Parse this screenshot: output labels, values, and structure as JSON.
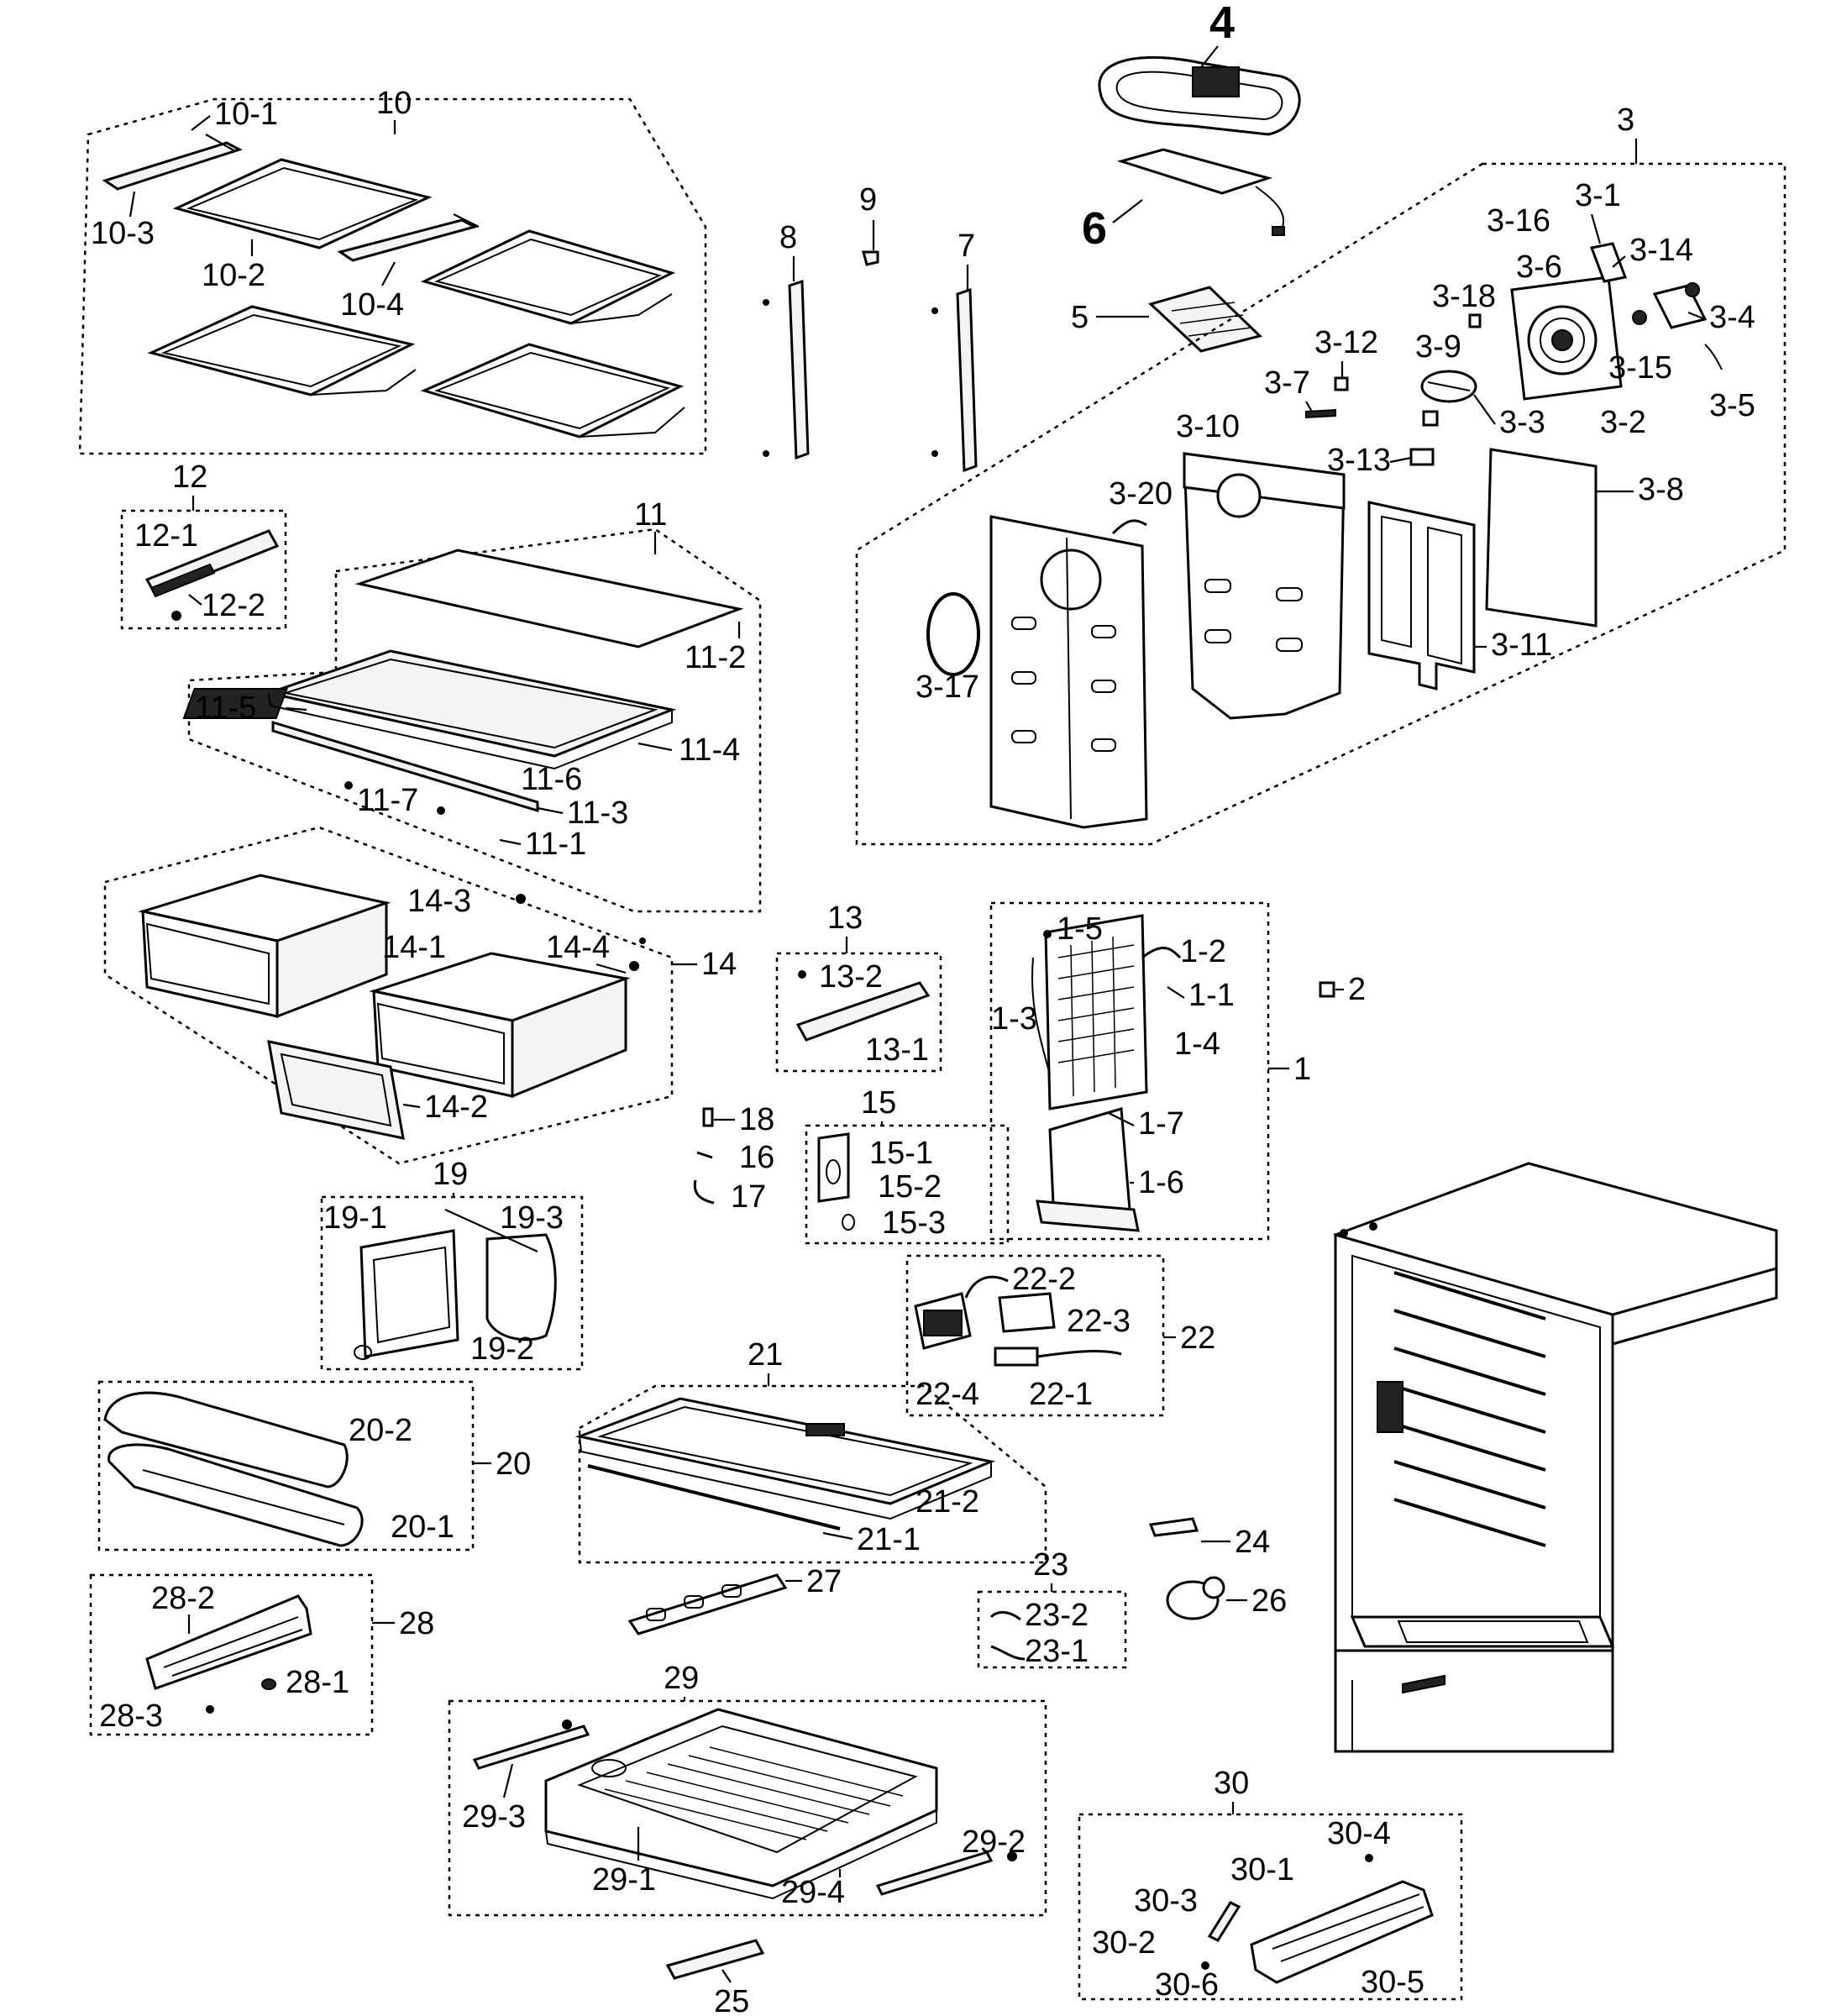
{
  "labels": {
    "l10": "10",
    "l10_1": "10-1",
    "l10_2": "10-2",
    "l10_3": "10-3",
    "l10_4": "10-4",
    "l12": "12",
    "l12_1": "12-1",
    "l12_2": "12-2",
    "l11": "11",
    "l11_1": "11-1",
    "l11_2": "11-2",
    "l11_3": "11-3",
    "l11_4": "11-4",
    "l11_5": "11-5",
    "l11_6": "11-6",
    "l11_7": "11-7",
    "l14": "14",
    "l14_1": "14-1",
    "l14_2": "14-2",
    "l14_3": "14-3",
    "l14_4": "14-4",
    "l8": "8",
    "l9": "9",
    "l7": "7",
    "l4": "4",
    "l6": "6",
    "l5": "5",
    "l3": "3",
    "l3_1": "3-1",
    "l3_2": "3-2",
    "l3_3": "3-3",
    "l3_4": "3-4",
    "l3_5": "3-5",
    "l3_6": "3-6",
    "l3_7": "3-7",
    "l3_8": "3-8",
    "l3_9": "3-9",
    "l3_10": "3-10",
    "l3_11": "3-11",
    "l3_12": "3-12",
    "l3_13": "3-13",
    "l3_14": "3-14",
    "l3_15": "3-15",
    "l3_16": "3-16",
    "l3_17": "3-17",
    "l3_18": "3-18",
    "l3_20": "3-20",
    "l13": "13",
    "l13_1": "13-1",
    "l13_2": "13-2",
    "l15": "15",
    "l15_1": "15-1",
    "l15_2": "15-2",
    "l15_3": "15-3",
    "l16": "16",
    "l17": "17",
    "l18": "18",
    "l1": "1",
    "l1_1": "1-1",
    "l1_2": "1-2",
    "l1_3": "1-3",
    "l1_4": "1-4",
    "l1_5": "1-5",
    "l1_6": "1-6",
    "l1_7": "1-7",
    "l2": "2",
    "l19": "19",
    "l19_1": "19-1",
    "l19_2": "19-2",
    "l19_3": "19-3",
    "l20": "20",
    "l20_1": "20-1",
    "l20_2": "20-2",
    "l21": "21",
    "l21_1": "21-1",
    "l21_2": "21-2",
    "l22": "22",
    "l22_1": "22-1",
    "l22_2": "22-2",
    "l22_3": "22-3",
    "l22_4": "22-4",
    "l23": "23",
    "l23_1": "23-1",
    "l23_2": "23-2",
    "l24": "24",
    "l25": "25",
    "l26": "26",
    "l27": "27",
    "l28": "28",
    "l28_1": "28-1",
    "l28_2": "28-2",
    "l28_3": "28-3",
    "l29": "29",
    "l29_1": "29-1",
    "l29_2": "29-2",
    "l29_3": "29-3",
    "l29_4": "29-4",
    "l30": "30",
    "l30_1": "30-1",
    "l30_2": "30-2",
    "l30_3": "30-3",
    "l30_4": "30-4",
    "l30_5": "30-5",
    "l30_6": "30-6"
  }
}
